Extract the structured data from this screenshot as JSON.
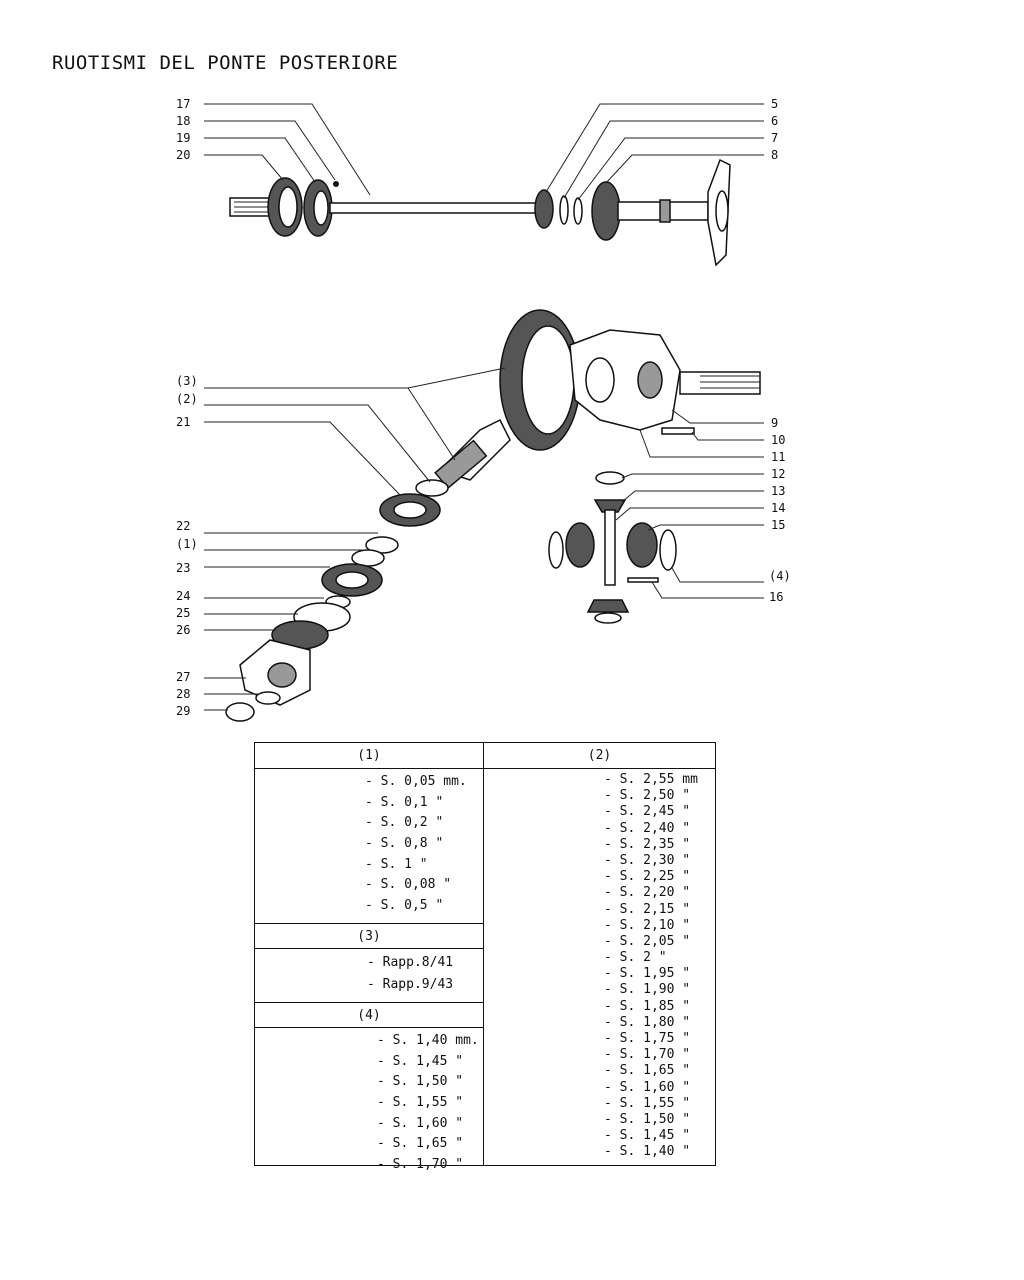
{
  "title": "RUOTISMI DEL PONTE POSTERIORE",
  "callouts": {
    "c17": "17",
    "c18": "18",
    "c19": "19",
    "c20": "20",
    "c5": "5",
    "c6": "6",
    "c7": "7",
    "c8": "8",
    "c3a": "(3)",
    "c2a": "(2)",
    "c21": "21",
    "c9": "9",
    "c10": "10",
    "c11": "11",
    "c12": "12",
    "c13": "13",
    "c14": "14",
    "c15": "15",
    "c4a": "(4)",
    "c16": "16",
    "c22": "22",
    "c1a": "(1)",
    "c23": "23",
    "c24": "24",
    "c25": "25",
    "c26": "26",
    "c27": "27",
    "c28": "28",
    "c29": "29"
  },
  "table": {
    "h1": "(1)",
    "h2": "(2)",
    "h3": "(3)",
    "h4": "(4)",
    "sec1": [
      "- S. 0,05 mm.",
      "- S. 0,1   \"",
      "- S. 0,2   \"",
      "- S. 0,8   \"",
      "- S. 1     \"",
      "- S. 0,08  \"",
      "- S. 0,5   \""
    ],
    "sec3": [
      "- Rapp.8/41",
      "- Rapp.9/43"
    ],
    "sec4": [
      "- S. 1,40 mm.",
      "- S. 1,45  \"",
      "- S. 1,50  \"",
      "- S. 1,55  \"",
      "- S. 1,60  \"",
      "- S. 1,65  \"",
      "- S. 1,70  \""
    ],
    "sec2": [
      "- S. 2,55 mm",
      "- S. 2,50  \"",
      "- S. 2,45  \"",
      "- S. 2,40  \"",
      "- S. 2,35  \"",
      "- S. 2,30  \"",
      "- S. 2,25  \"",
      "- S. 2,20  \"",
      "- S. 2,15  \"",
      "- S. 2,10  \"",
      "- S. 2,05  \"",
      "- S. 2     \"",
      "- S. 1,95  \"",
      "- S. 1,90  \"",
      "- S. 1,85  \"",
      "- S. 1,80  \"",
      "- S. 1,75  \"",
      "- S. 1,70  \"",
      "- S. 1,65  \"",
      "- S. 1,60  \"",
      "- S. 1,55  \"",
      "- S. 1,50  \"",
      "- S. 1,45  \"",
      "- S. 1,40  \""
    ]
  }
}
